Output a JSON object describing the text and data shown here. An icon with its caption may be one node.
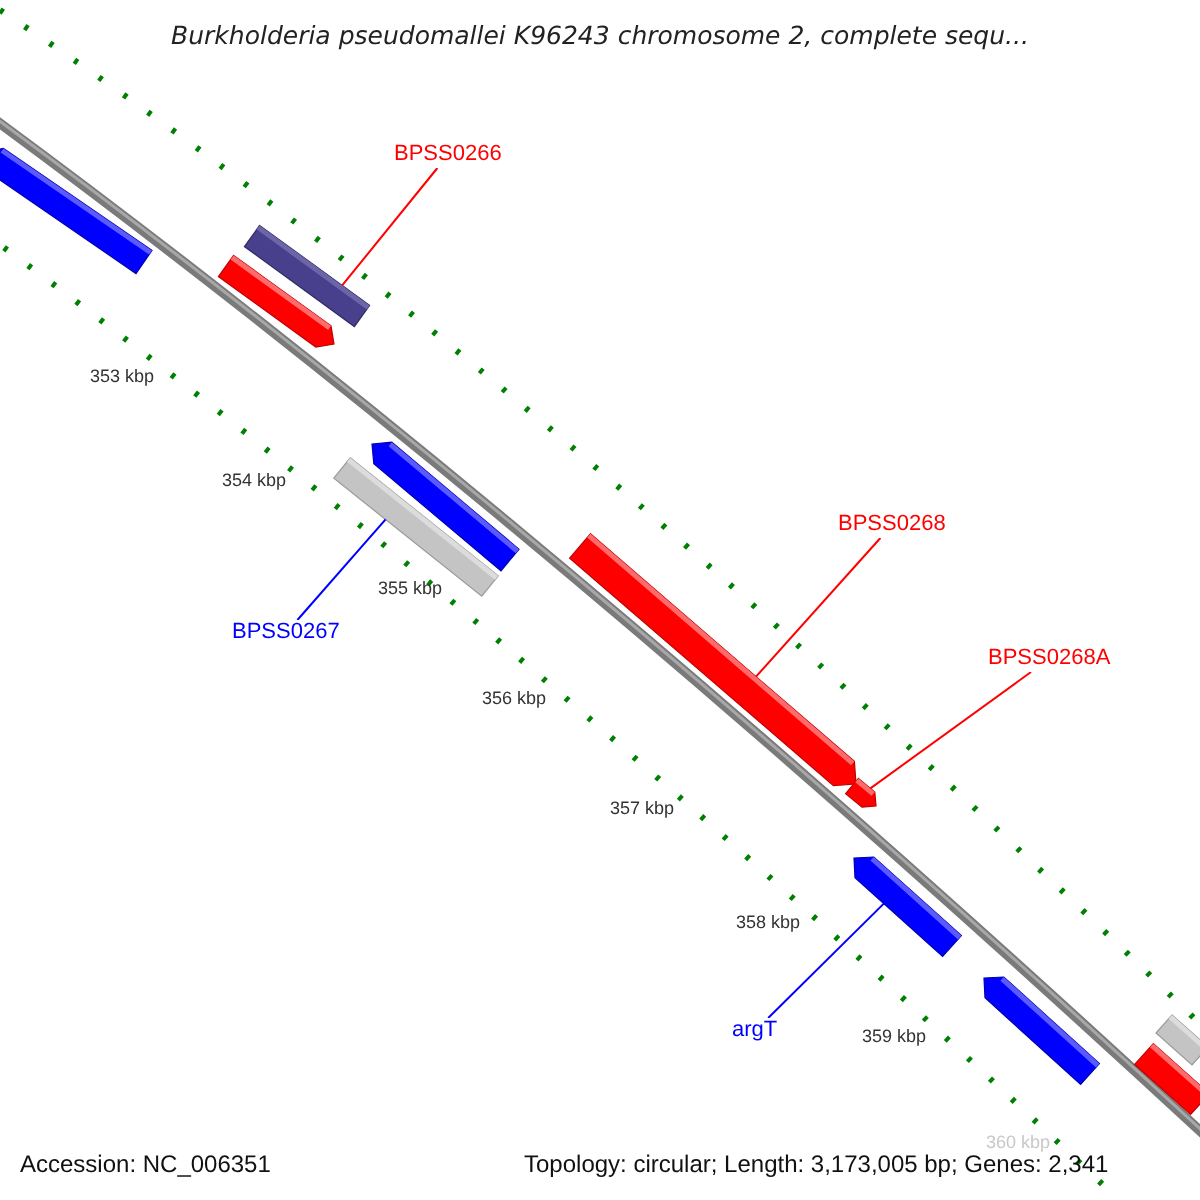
{
  "diagram": {
    "title": "Burkholderia pseudomallei K96243 chromosome 2, complete sequ...",
    "nodes": [
      {
        "text": [
          "BPSS0266"
        ]
      },
      {
        "text": [],
        "shape": "bar"
      },
      {
        "text": [
          "BPSS0267"
        ]
      },
      {
        "text": [],
        "shape": "bar"
      },
      {
        "text": [
          "BPSS0268"
        ]
      },
      {
        "text": [],
        "shape": "bar"
      },
      {
        "text": [
          "BPSS0268A"
        ]
      },
      {
        "text": [],
        "shape": "bar"
      },
      {
        "text": [
          "argT"
        ]
      },
      {
        "text": [],
        "shape": "bar"
      },
      {
        "text": [],
        "shape": "bar"
      },
      {
        "text": [],
        "shape": "bar"
      },
      {
        "text": [],
        "shape": "bar"
      },
      {
        "text": [],
        "shape": "bar"
      },
      {
        "text": [],
        "shape": "bar"
      },
      {
        "text": [],
        "shape": "bar"
      }
    ],
    "edges": [
      {
        "from": 0,
        "to": 1,
        "arrow": "none"
      },
      {
        "from": 2,
        "to": 3,
        "arrow": "none",
        "color": "#0000ff"
      },
      {
        "from": 4,
        "to": 5,
        "arrow": "none"
      },
      {
        "from": 6,
        "to": 7,
        "arrow": "none"
      },
      {
        "from": 8,
        "to": 9,
        "arrow": "none",
        "color": "#0000ff"
      }
    ],
    "labels": [
      "353 kbp",
      "354 kbp",
      "355 kbp",
      "356 kbp",
      "357 kbp",
      "358 kbp",
      "359 kbp",
      "360 kbp",
      "Accession: NC_006351",
      "Topology: circular; Length: 3,173,005 bp; Genes: 2,341"
    ]
  }
}
